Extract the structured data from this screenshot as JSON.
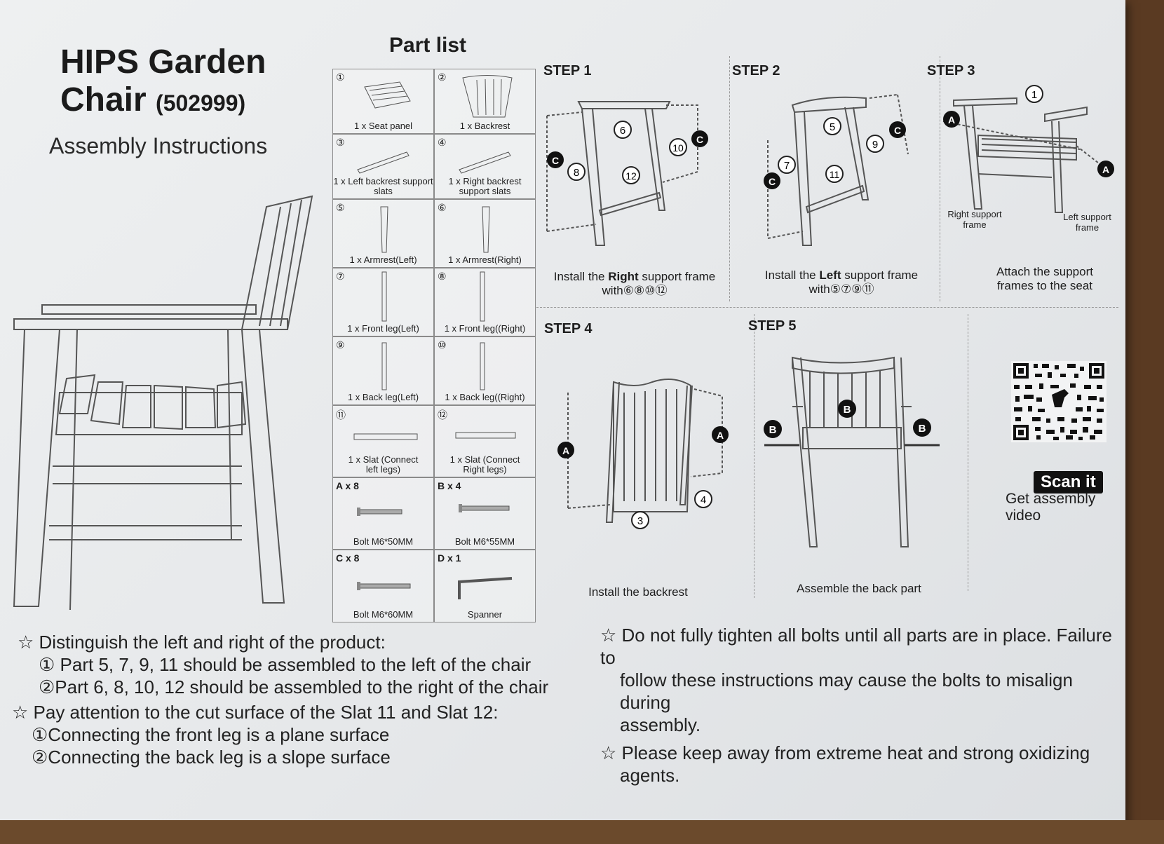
{
  "header": {
    "title_line1": "HIPS Garden",
    "title_line2": "Chair",
    "model": "(502999)",
    "subtitle": "Assembly Instructions"
  },
  "part_list": {
    "title": "Part list",
    "items": [
      {
        "num": "①",
        "label": "1 x Seat panel"
      },
      {
        "num": "②",
        "label": "1 x Backrest"
      },
      {
        "num": "③",
        "label": "1 x Left backrest support slats"
      },
      {
        "num": "④",
        "label": "1 x Right backrest support slats"
      },
      {
        "num": "⑤",
        "label": "1 x Armrest(Left)"
      },
      {
        "num": "⑥",
        "label": "1 x Armrest(Right)"
      },
      {
        "num": "⑦",
        "label": "1 x Front leg(Left)"
      },
      {
        "num": "⑧",
        "label": "1 x Front leg((Right)"
      },
      {
        "num": "⑨",
        "label": "1 x Back leg(Left)"
      },
      {
        "num": "⑩",
        "label": "1 x Back leg((Right)"
      },
      {
        "num": "⑪",
        "label": "1 x Slat (Connect left legs)"
      },
      {
        "num": "⑫",
        "label": "1 x Slat (Connect Right legs)"
      },
      {
        "num": "A x 8",
        "label": "Bolt M6*50MM"
      },
      {
        "num": "B x 4",
        "label": "Bolt M6*55MM"
      },
      {
        "num": "C x 8",
        "label": "Bolt M6*60MM"
      },
      {
        "num": "D x 1",
        "label": "Spanner"
      }
    ]
  },
  "steps": [
    {
      "title": "STEP 1",
      "caption_pre": "Install the ",
      "caption_bold": "Right",
      "caption_post": " support frame",
      "caption_line2": "with⑥⑧⑩⑫"
    },
    {
      "title": "STEP 2",
      "caption_pre": "Install the ",
      "caption_bold": "Left",
      "caption_post": " support frame",
      "caption_line2": "with⑤⑦⑨⑪"
    },
    {
      "title": "STEP 3",
      "caption_line1": "Attach the support",
      "caption_line2": "frames to the seat",
      "label_right": "Right support frame",
      "label_left": "Left support frame"
    },
    {
      "title": "STEP 4",
      "caption": "Install the backrest"
    },
    {
      "title": "STEP 5",
      "caption": "Assemble the back part"
    }
  ],
  "callouts": {
    "s1": [
      "6",
      "10",
      "C",
      "C",
      "8",
      "12"
    ],
    "s2": [
      "5",
      "9",
      "C",
      "7",
      "11",
      "C"
    ],
    "s3": [
      "1",
      "A",
      "A"
    ],
    "s4": [
      "A",
      "A",
      "4",
      "3"
    ],
    "s5": [
      "B",
      "B",
      "B"
    ]
  },
  "qr": {
    "button": "Scan it",
    "subtitle": "Get assembly video"
  },
  "notes": {
    "left": [
      "☆ Distinguish the left and right of the product:",
      "① Part 5, 7, 9, 11 should be assembled to the left of the chair",
      "②Part 6, 8, 10, 12 should be assembled to the right of the chair",
      "☆ Pay attention to the cut surface of the Slat 11 and Slat 12:",
      "①Connecting the front leg is a plane surface",
      "②Connecting the back leg is a slope surface"
    ],
    "right": [
      "☆ Do not fully tighten all bolts until all parts are in place. Failure to",
      "follow these instructions may cause the bolts to misalign during",
      "assembly.",
      "☆ Please keep away from extreme heat and strong oxidizing",
      "agents."
    ]
  }
}
